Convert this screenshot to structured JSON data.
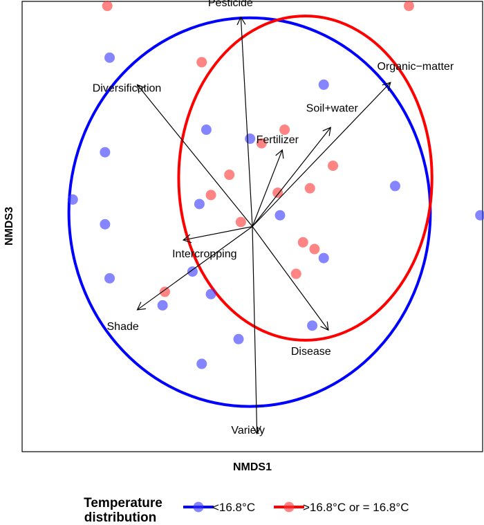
{
  "chart_data": {
    "type": "scatter",
    "xlabel": "NMDS1",
    "ylabel": "NMDS3",
    "xlim": [
      -1.0,
      1.0
    ],
    "ylim": [
      -1.0,
      1.0
    ],
    "grid": false,
    "legend_position": "bottom",
    "legend_title": [
      "Temperature",
      "distribution"
    ],
    "series": [
      {
        "name": "<16.8°C",
        "color": "#3333ff",
        "ellipse": {
          "cx": -0.012,
          "cy": 0.064,
          "rx": 0.785,
          "ry": 0.863
        },
        "points": [
          [
            -0.62,
            0.75
          ],
          [
            -0.64,
            0.33
          ],
          [
            -0.78,
            0.12
          ],
          [
            -0.64,
            0.01
          ],
          [
            -0.62,
            -0.23
          ],
          [
            -0.39,
            -0.35
          ],
          [
            -0.23,
            0.1
          ],
          [
            -0.18,
            -0.3
          ],
          [
            -0.26,
            -0.2
          ],
          [
            -0.2,
            0.43
          ],
          [
            -0.01,
            0.39
          ],
          [
            0.12,
            0.05
          ],
          [
            0.31,
            -0.14
          ],
          [
            0.26,
            -0.44
          ],
          [
            -0.06,
            -0.5
          ],
          [
            -0.22,
            -0.61
          ],
          [
            0.31,
            0.63
          ],
          [
            0.62,
            0.18
          ],
          [
            0.99,
            0.05
          ]
        ]
      },
      {
        "name": ">16.8°C or = 16.8°C",
        "color": "#ff3333",
        "ellipse": {
          "cx": 0.23,
          "cy": 0.215,
          "rx": 0.55,
          "ry": 0.72
        },
        "points": [
          [
            -0.63,
            0.98
          ],
          [
            0.68,
            0.98
          ],
          [
            -0.22,
            0.73
          ],
          [
            -0.18,
            0.14
          ],
          [
            0.11,
            0.15
          ],
          [
            0.14,
            0.43
          ],
          [
            0.35,
            0.27
          ],
          [
            0.25,
            0.17
          ],
          [
            0.22,
            -0.07
          ],
          [
            0.27,
            -0.1
          ],
          [
            -0.38,
            -0.29
          ],
          [
            0.19,
            -0.21
          ],
          [
            -0.1,
            0.23
          ],
          [
            0.04,
            0.37
          ],
          [
            -0.05,
            0.02
          ]
        ]
      }
    ],
    "vectors": [
      {
        "name": "Pesticide",
        "x": -0.05,
        "y": 0.93
      },
      {
        "name": "Organic−matter",
        "x": 0.6,
        "y": 0.64
      },
      {
        "name": "Diversification",
        "x": -0.5,
        "y": 0.63
      },
      {
        "name": "Soil+water",
        "x": 0.34,
        "y": 0.44
      },
      {
        "name": "Fertilizer",
        "x": 0.13,
        "y": 0.34
      },
      {
        "name": "Intercropping",
        "x": -0.3,
        "y": -0.06
      },
      {
        "name": "Shade",
        "x": -0.5,
        "y": -0.37
      },
      {
        "name": "Disease",
        "x": 0.33,
        "y": -0.46
      },
      {
        "name": "Variety",
        "x": 0.02,
        "y": -0.92
      }
    ]
  }
}
